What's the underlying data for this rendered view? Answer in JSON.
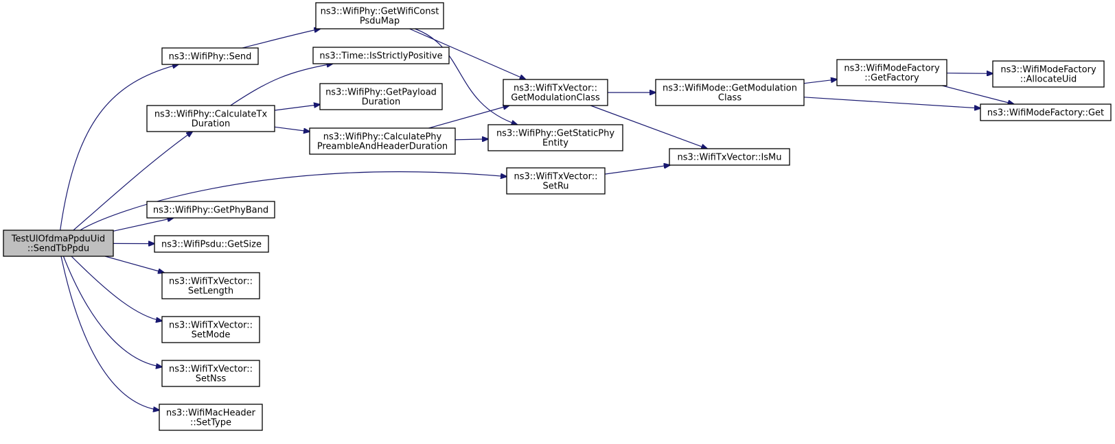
{
  "nodes": [
    {
      "id": "root",
      "lines": [
        "TestUlOfdmaPpduUid",
        "::SendTbPpdu"
      ],
      "root": true
    },
    {
      "id": "send",
      "lines": [
        "ns3::WifiPhy::Send"
      ]
    },
    {
      "id": "calcTx",
      "lines": [
        "ns3::WifiPhy::CalculateTx",
        "Duration"
      ]
    },
    {
      "id": "getPhyBand",
      "lines": [
        "ns3::WifiPhy::GetPhyBand"
      ]
    },
    {
      "id": "getSize",
      "lines": [
        "ns3::WifiPsdu::GetSize"
      ]
    },
    {
      "id": "setLength",
      "lines": [
        "ns3::WifiTxVector::",
        "SetLength"
      ]
    },
    {
      "id": "setMode",
      "lines": [
        "ns3::WifiTxVector::",
        "SetMode"
      ]
    },
    {
      "id": "setNss",
      "lines": [
        "ns3::WifiTxVector::",
        "SetNss"
      ]
    },
    {
      "id": "setType",
      "lines": [
        "ns3::WifiMacHeader",
        "::SetType"
      ]
    },
    {
      "id": "getConstPsdu",
      "lines": [
        "ns3::WifiPhy::GetWifiConst",
        "PsduMap"
      ]
    },
    {
      "id": "isStrictly",
      "lines": [
        "ns3::Time::IsStrictlyPositive"
      ]
    },
    {
      "id": "getPayload",
      "lines": [
        "ns3::WifiPhy::GetPayload",
        "Duration"
      ]
    },
    {
      "id": "calcPreamble",
      "lines": [
        "ns3::WifiPhy::CalculatePhy",
        "PreambleAndHeaderDuration"
      ]
    },
    {
      "id": "getModClassTx",
      "lines": [
        "ns3::WifiTxVector::",
        "GetModulationClass"
      ]
    },
    {
      "id": "getStaticPhy",
      "lines": [
        "ns3::WifiPhy::GetStaticPhy",
        "Entity"
      ]
    },
    {
      "id": "setRu",
      "lines": [
        "ns3::WifiTxVector::",
        "SetRu"
      ]
    },
    {
      "id": "getModClassMode",
      "lines": [
        "ns3::WifiMode::GetModulation",
        "Class"
      ]
    },
    {
      "id": "isMu",
      "lines": [
        "ns3::WifiTxVector::IsMu"
      ]
    },
    {
      "id": "getFactory",
      "lines": [
        "ns3::WifiModeFactory",
        "::GetFactory"
      ]
    },
    {
      "id": "allocateUid",
      "lines": [
        "ns3::WifiModeFactory",
        "::AllocateUid"
      ]
    },
    {
      "id": "factoryGet",
      "lines": [
        "ns3::WifiModeFactory::Get"
      ]
    }
  ],
  "edges": [
    [
      "root",
      "send"
    ],
    [
      "root",
      "calcTx"
    ],
    [
      "root",
      "setRu"
    ],
    [
      "root",
      "getPhyBand"
    ],
    [
      "root",
      "getSize"
    ],
    [
      "root",
      "setLength"
    ],
    [
      "root",
      "setMode"
    ],
    [
      "root",
      "setNss"
    ],
    [
      "root",
      "setType"
    ],
    [
      "send",
      "getConstPsdu"
    ],
    [
      "calcTx",
      "isStrictly"
    ],
    [
      "calcTx",
      "getPayload"
    ],
    [
      "calcTx",
      "calcPreamble"
    ],
    [
      "getConstPsdu",
      "getModClassTx"
    ],
    [
      "getConstPsdu",
      "getStaticPhy"
    ],
    [
      "calcPreamble",
      "getModClassTx"
    ],
    [
      "calcPreamble",
      "getStaticPhy"
    ],
    [
      "getModClassTx",
      "getModClassMode"
    ],
    [
      "getModClassTx",
      "isMu"
    ],
    [
      "setRu",
      "isMu"
    ],
    [
      "getModClassMode",
      "getFactory"
    ],
    [
      "getModClassMode",
      "factoryGet"
    ],
    [
      "getFactory",
      "allocateUid"
    ],
    [
      "getFactory",
      "factoryGet"
    ]
  ],
  "colors": {
    "edge": "#191970",
    "root_fill": "#bfbfbf",
    "node_fill": "#ffffff",
    "border": "#000000"
  }
}
